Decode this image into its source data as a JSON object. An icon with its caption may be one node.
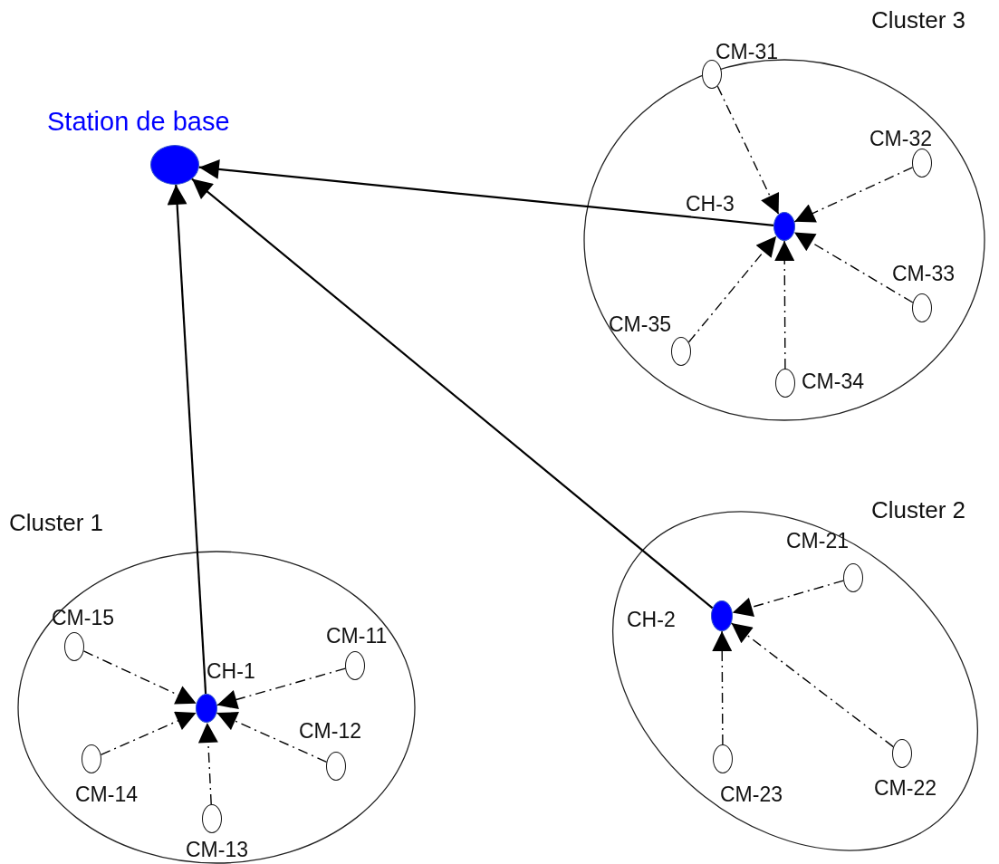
{
  "diagram": {
    "nodes": [
      {
        "text": [],
        "shape": "circle",
        "beside": [
          "Station de base"
        ]
      },
      {
        "text": [
          "Cluster 3"
        ]
      },
      {
        "text": [],
        "shape": "circle",
        "in": 1,
        "beside": [
          "CM-31"
        ]
      },
      {
        "text": [],
        "shape": "circle",
        "in": 1,
        "beside": [
          "CM-32"
        ]
      },
      {
        "text": [],
        "shape": "circle",
        "in": 1,
        "beside": [
          "CH-3"
        ]
      },
      {
        "text": [],
        "shape": "circle",
        "in": 1,
        "beside": [
          "CM-33"
        ]
      },
      {
        "text": [],
        "shape": "circle",
        "in": 1,
        "beside": [
          "CM-35"
        ]
      },
      {
        "text": [],
        "shape": "circle",
        "in": 1,
        "beside": [
          "CM-34"
        ]
      },
      {
        "text": [
          "Cluster 1"
        ]
      },
      {
        "text": [],
        "shape": "circle",
        "in": 8,
        "beside": [
          "CM-15"
        ]
      },
      {
        "text": [],
        "shape": "circle",
        "in": 8,
        "beside": [
          "CM-11"
        ]
      },
      {
        "text": [],
        "shape": "circle",
        "in": 8,
        "beside": [
          "CH-1"
        ]
      },
      {
        "text": [],
        "shape": "circle",
        "in": 8,
        "beside": [
          "CM-12"
        ]
      },
      {
        "text": [],
        "shape": "circle",
        "in": 8,
        "beside": [
          "CM-14"
        ]
      },
      {
        "text": [],
        "shape": "circle",
        "in": 8,
        "beside": [
          "CM-13"
        ]
      },
      {
        "text": [
          "Cluster 2"
        ]
      },
      {
        "text": [],
        "shape": "circle",
        "in": 15,
        "beside": [
          "CM-21"
        ]
      },
      {
        "text": [],
        "shape": "circle",
        "in": 15,
        "beside": [
          "CH-2"
        ]
      },
      {
        "text": [],
        "shape": "circle",
        "in": 15,
        "beside": [
          "CM-23"
        ]
      },
      {
        "text": [],
        "shape": "circle",
        "in": 15,
        "beside": [
          "CM-22"
        ]
      }
    ],
    "edges": [
      {
        "from": 4,
        "to": 0,
        "arrow": "to"
      },
      {
        "from": 17,
        "to": 0,
        "arrow": "to"
      },
      {
        "from": 11,
        "to": 0,
        "arrow": "to"
      },
      {
        "from": 2,
        "to": 4,
        "arrow": "to",
        "style": "dashed"
      },
      {
        "from": 3,
        "to": 4,
        "arrow": "to",
        "style": "dashed"
      },
      {
        "from": 5,
        "to": 4,
        "arrow": "to",
        "style": "dashed"
      },
      {
        "from": 6,
        "to": 4,
        "arrow": "to",
        "style": "dashed"
      },
      {
        "from": 7,
        "to": 4,
        "arrow": "to",
        "style": "dashed"
      },
      {
        "from": 9,
        "to": 11,
        "arrow": "to",
        "style": "dashed"
      },
      {
        "from": 10,
        "to": 11,
        "arrow": "to",
        "style": "dashed"
      },
      {
        "from": 12,
        "to": 11,
        "arrow": "to",
        "style": "dashed"
      },
      {
        "from": 13,
        "to": 11,
        "arrow": "to",
        "style": "dashed"
      },
      {
        "from": 14,
        "to": 11,
        "arrow": "to",
        "style": "dashed"
      },
      {
        "from": 16,
        "to": 17,
        "arrow": "to",
        "style": "dashed"
      },
      {
        "from": 18,
        "to": 17,
        "arrow": "to",
        "style": "dashed"
      },
      {
        "from": 19,
        "to": 17,
        "arrow": "to",
        "style": "dashed"
      }
    ]
  }
}
